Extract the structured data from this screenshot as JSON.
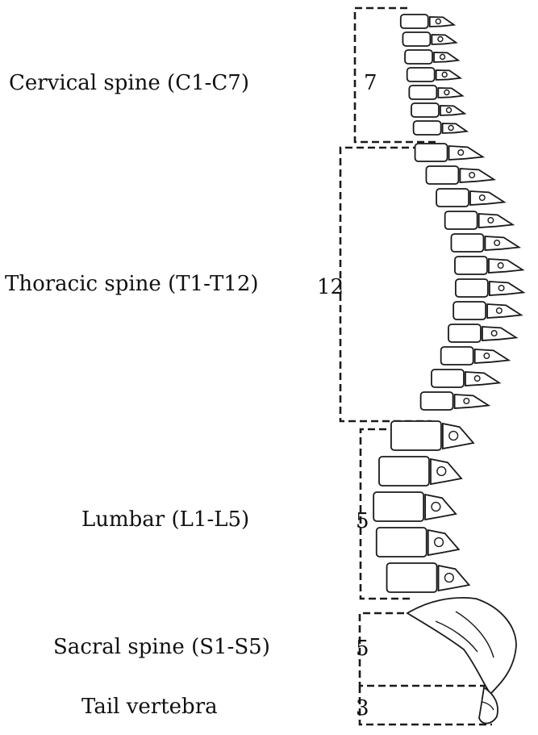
{
  "regions": [
    {
      "key": "cervical",
      "label": "Cervical spine (C1-C7)",
      "count": "7"
    },
    {
      "key": "thoracic",
      "label": "Thoracic spine (T1-T12)",
      "count": "12"
    },
    {
      "key": "lumbar",
      "label": "Lumbar (L1-L5)",
      "count": "5"
    },
    {
      "key": "sacral",
      "label": "Sacral spine (S1-S5)",
      "count": "5"
    },
    {
      "key": "tail",
      "label": "Tail vertebra",
      "count": "3"
    }
  ]
}
